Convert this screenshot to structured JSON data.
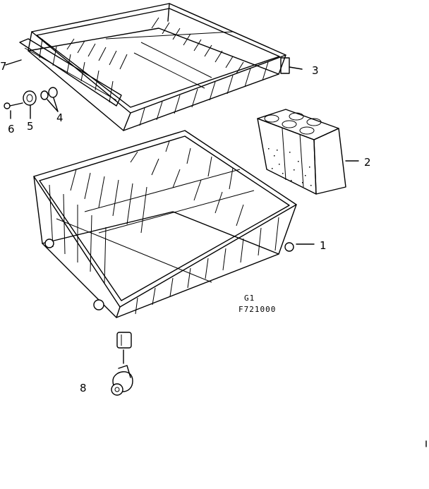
{
  "diagram": {
    "callouts": {
      "lower_rack": "1",
      "silverware_basket": "2",
      "upper_rack": "3",
      "washer_4": "4",
      "roller_5": "5",
      "pin_6": "6",
      "track_7": "7",
      "roller_clip_8": "8"
    },
    "figure_code_line1": "G1",
    "figure_code_line2": "F721000"
  }
}
